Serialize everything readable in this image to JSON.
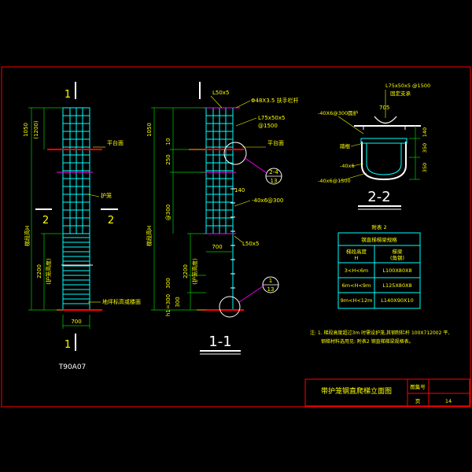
{
  "drawing": {
    "title": "带护笼钢直爬梯立面图",
    "drawing_no_label": "图集号",
    "page_label": "页",
    "page_no": "14",
    "code": "T90A07"
  },
  "view_front": {
    "section_mark": "1",
    "section_mark_b": "1",
    "section_mark_2": "2",
    "dim_top": "1050",
    "dim_top_b": "(1200)",
    "dim_bottom": "2200",
    "dim_bottom_b": "(护笼高度)",
    "dim_width": "700",
    "total_label": "梯段高H",
    "label_platform": "平台面",
    "label_cage": "护笼",
    "label_ground": "地坪标高或楼面"
  },
  "view_11": {
    "title": "1-1",
    "label_top_bar": "L50x5",
    "label_handrail": "Φ48X3.5 扶手栏杆",
    "label_angle": "L75x50x5",
    "label_angle_b": "@1500",
    "label_platform": "平台面",
    "label_flat": "-40x6@300",
    "label_bottom_bar": "L50x5",
    "callout_a_top": "2-4",
    "callout_a_bottom": "13",
    "callout_b_top": "1",
    "callout_b_bottom": "13",
    "dim_top": "1050",
    "dim_mid": "250",
    "dim_mid_b": "10",
    "dim_rung": "@300",
    "dim_140": "140",
    "dim_2200": "2200",
    "dim_2200_b": "(护笼高度)",
    "dim_300": "300",
    "dim_h1": "h1=300",
    "dim_h2": "300",
    "dim_700": "700",
    "total_label": "梯段高H"
  },
  "view_22": {
    "title": "2-2",
    "label_top": "L75x50x5 @1500",
    "label_top_b": "固定支承",
    "label_hoop": "-40X6@300圆护",
    "label_705": "705",
    "label_rung": "踏棍",
    "label_flat": "-40x6",
    "label_flat_b": "-40x6@1500",
    "dim_140": "140",
    "dim_350": "350",
    "dim_350_b": "350"
  },
  "table": {
    "title": "附表 2",
    "subtitle": "钢直梯梯梁规格",
    "col1": "梯段高度",
    "col1_b": "H",
    "col2": "梯梁",
    "col2_b": "(角钢)",
    "rows": [
      {
        "h": "3<H<6m",
        "spec": "L100X80X8"
      },
      {
        "h": "6m<H<9m",
        "spec": "L125X80X8"
      },
      {
        "h": "9m<H<12m",
        "spec": "L140X90X10"
      }
    ]
  },
  "notes": {
    "line1": "注: 1. 梯段高度超过3m 时需设护笼,其钢制栏杆 100X712002 平,",
    "line2": "钢梯材料选用见: 附表2 钢直梯梯梁规格表。"
  },
  "colors": {
    "frame": "#ff0000",
    "cyan": "#00ffff",
    "green": "#00cc00",
    "yellow": "#ffff00",
    "white": "#ffffff",
    "magenta": "#ff00ff",
    "blue": "#3366ff"
  }
}
